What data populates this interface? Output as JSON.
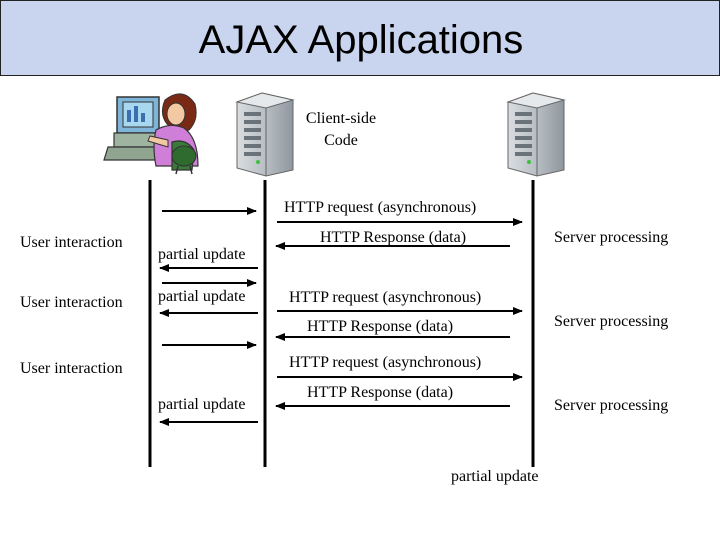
{
  "title": "AJAX Applications",
  "client_code_line1": "Client-side",
  "client_code_line2": "Code",
  "labels": {
    "user_interaction_1": "User interaction",
    "user_interaction_2": "User interaction",
    "user_interaction_3": "User interaction",
    "partial_update_1": "partial update",
    "partial_update_2": "partial update",
    "partial_update_3": "partial update",
    "partial_update_4": "partial update",
    "http_request_1": "HTTP request (asynchronous)",
    "http_request_2": "HTTP request (asynchronous)",
    "http_request_3": "HTTP request (asynchronous)",
    "http_response_1": "HTTP Response (data)",
    "http_response_2": "HTTP Response (data)",
    "http_response_3": "HTTP Response (data)",
    "server_processing_1": "Server processing",
    "server_processing_2": "Server processing",
    "server_processing_3": "Server processing"
  },
  "icons": [
    "user-at-computer-icon",
    "client-server-icon",
    "server-icon"
  ],
  "colors": {
    "title_background": "#c9d4ef",
    "line": "#000000"
  }
}
